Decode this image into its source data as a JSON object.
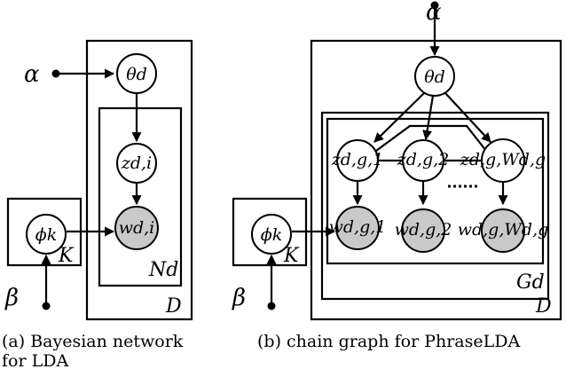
{
  "left": {
    "alpha": "α",
    "theta": "θd",
    "z": "zd,i",
    "w": "wd,i",
    "phi": "ϕk",
    "beta": "β",
    "plate_N": "Nd",
    "plate_D": "D",
    "plate_K": "K"
  },
  "right": {
    "alpha": "α",
    "theta": "θd",
    "z1": "zd,g,1",
    "z2": "zd,g,2",
    "z3": "zd,g,Wd,g",
    "w1": "wd,g,1",
    "w2": "wd,g,2",
    "w3": "wd,g,Wd,g",
    "phi": "ϕk",
    "beta": "β",
    "plate_G": "Gd",
    "plate_D": "D",
    "plate_K": "K"
  },
  "captions": {
    "a_line1": "(a) Bayesian network",
    "a_line2": "for LDA",
    "b": "(b) chain graph for PhraseLDA"
  }
}
